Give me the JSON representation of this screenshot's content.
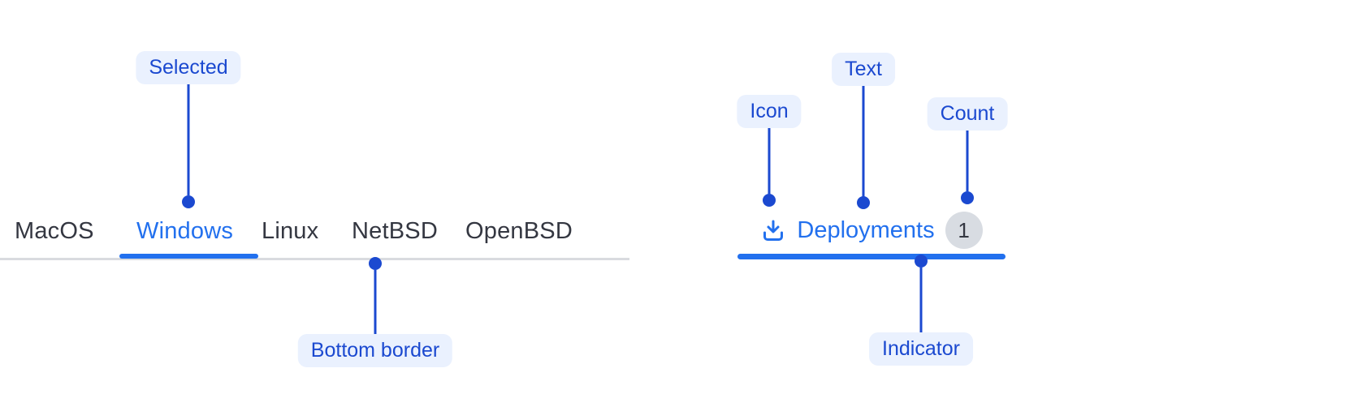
{
  "tab_bar": {
    "tabs": [
      {
        "label": "MacOS",
        "selected": false
      },
      {
        "label": "Windows",
        "selected": true
      },
      {
        "label": "Linux",
        "selected": false
      },
      {
        "label": "NetBSD",
        "selected": false
      },
      {
        "label": "OpenBSD",
        "selected": false
      }
    ]
  },
  "tab_anatomy": {
    "icon": "download-icon",
    "label": "Deployments",
    "count": "1"
  },
  "annotations": {
    "selected": {
      "label": "Selected"
    },
    "bottom_border": {
      "label": "Bottom border"
    },
    "icon": {
      "label": "Icon"
    },
    "text": {
      "label": "Text"
    },
    "count": {
      "label": "Count"
    },
    "indicator": {
      "label": "Indicator"
    }
  },
  "colors": {
    "component_blue": "#2270EE",
    "annotation_blue": "#1B49D0",
    "label_bg": "#EAF1FE",
    "tab_text": "#343741",
    "border_gray": "#D9DBDF",
    "badge_bg": "#D8DCE2",
    "badge_text": "#343741"
  }
}
